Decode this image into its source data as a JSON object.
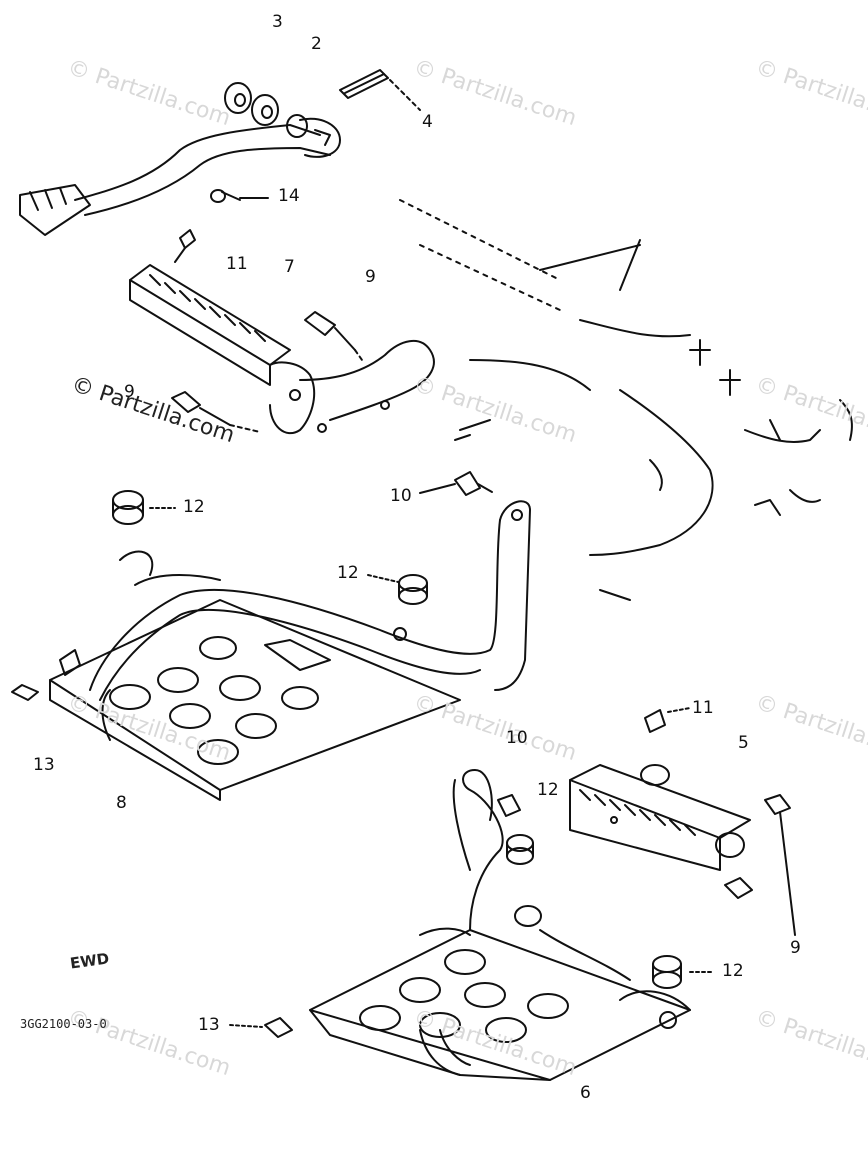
{
  "watermark": {
    "text": "© Partzilla.com",
    "color_light": "#d8d8d8",
    "color_dark": "#222222"
  },
  "diagram_code": "3GG2100-03-0",
  "ewd_mark": "EWD",
  "callouts": {
    "c2": "2",
    "c3": "3",
    "c4": "4",
    "c14": "14",
    "c11a": "11",
    "c7": "7",
    "c9a": "9",
    "c9b": "9",
    "c10a": "10",
    "c12a": "12",
    "c12b": "12",
    "c13a": "13",
    "c8": "8",
    "c11b": "11",
    "c5": "5",
    "c10b": "10",
    "c12c": "12",
    "c9c": "9",
    "c12d": "12",
    "c13b": "13",
    "c6": "6"
  },
  "line_color": "#111111"
}
